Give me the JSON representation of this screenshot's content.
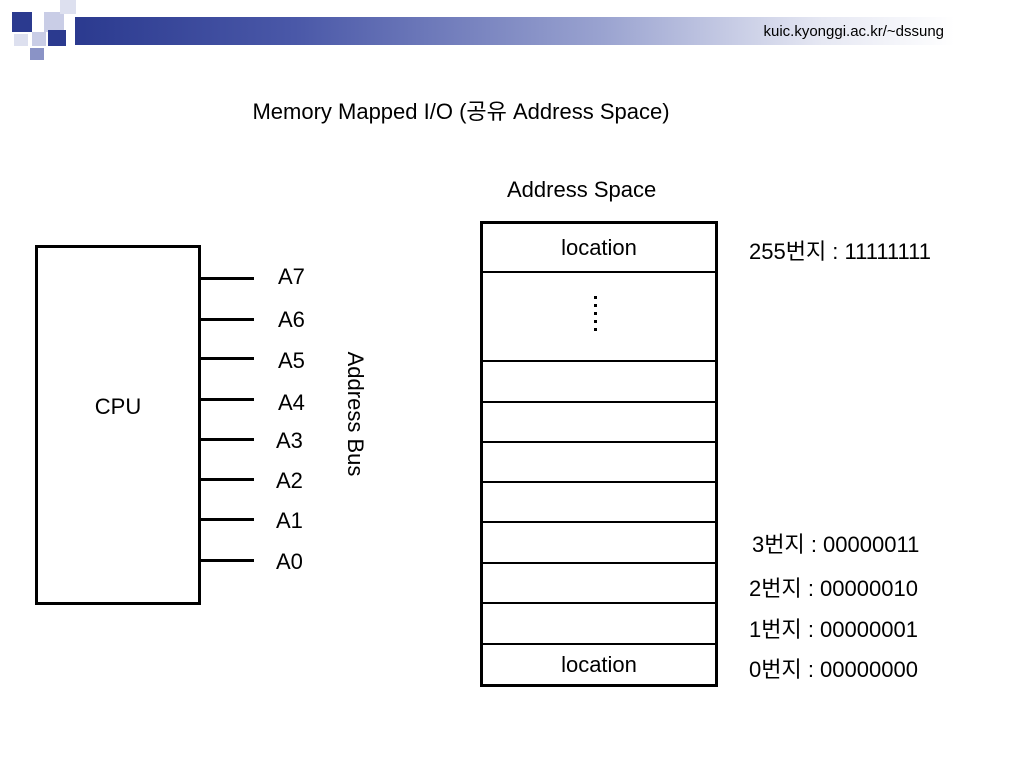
{
  "header": {
    "url": "kuic.kyonggi.ac.kr/~dssung"
  },
  "title": "Memory Mapped I/O (공유 Address Space)",
  "cpu": {
    "label": "CPU",
    "pins": [
      "A7",
      "A6",
      "A5",
      "A4",
      "A3",
      "A2",
      "A1",
      "A0"
    ]
  },
  "bus_label": "Address Bus",
  "address_space": {
    "title": "Address Space",
    "top_cell": "location",
    "bottom_cell": "location",
    "addresses": [
      "255번지 : 11111111",
      "3번지 : 00000011",
      "2번지 : 00000010",
      "1번지 : 00000001",
      "0번지 : 00000000"
    ]
  },
  "colors": {
    "header_dark": "#2b3a8f",
    "header_light": "#e6e8f3",
    "squares": "#8a93c6"
  }
}
